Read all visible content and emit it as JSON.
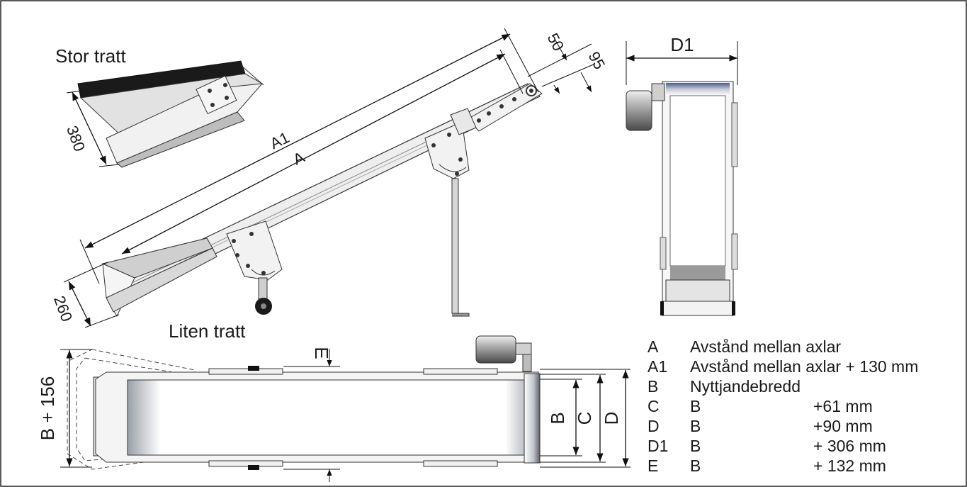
{
  "diagram": {
    "labels": {
      "stor_tratt": "Stor tratt",
      "liten_tratt": "Liten tratt",
      "dim_380": "380",
      "dim_260": "260",
      "dim_A1": "A1",
      "dim_A": "A",
      "dim_50": "50",
      "dim_95": "95",
      "dim_D1": "D1",
      "dim_E": "E",
      "dim_B156": "B + 156",
      "dim_B": "B",
      "dim_C": "C",
      "dim_D": "D"
    },
    "legend": [
      {
        "key": "A",
        "text": "Avstånd mellan axlar",
        "value": ""
      },
      {
        "key": "A1",
        "text": "Avstånd mellan axlar + 130 mm",
        "value": ""
      },
      {
        "key": "B",
        "text": "Nyttjandebredd",
        "value": ""
      },
      {
        "key": "C",
        "text": "B",
        "value": "+61 mm"
      },
      {
        "key": "D",
        "text": "B",
        "value": "+90 mm"
      },
      {
        "key": "D1",
        "text": "B",
        "value": "+ 306 mm"
      },
      {
        "key": "E",
        "text": "B",
        "value": "+ 132 mm"
      }
    ]
  }
}
